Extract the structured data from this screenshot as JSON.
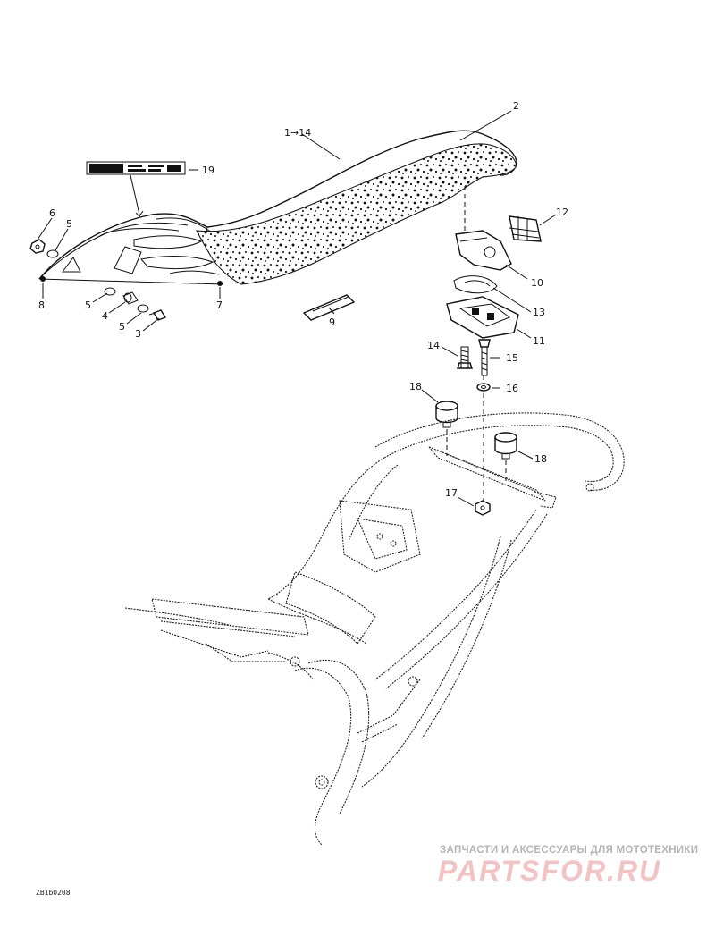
{
  "labels": {
    "l1_14": "1→14",
    "l2": "2",
    "l3": "3",
    "l4": "4",
    "l5a": "5",
    "l5b": "5",
    "l5c": "5",
    "l6": "6",
    "l7": "7",
    "l8": "8",
    "l9": "9",
    "l10": "10",
    "l11": "11",
    "l12": "12",
    "l13": "13",
    "l14": "14",
    "l15": "15",
    "l16": "16",
    "l17": "17",
    "l18a": "18",
    "l18b": "18",
    "l19": "19"
  },
  "drawing_code": "ZB1b0208",
  "watermark": {
    "tagline": "ЗАПЧАСТИ И АКСЕССУАРЫ ДЛЯ МОТОТЕХНИКИ",
    "brand": "PARTSFOR.RU",
    "color_text": "#b5b5b5",
    "color_brand": "#f3c3c3"
  }
}
